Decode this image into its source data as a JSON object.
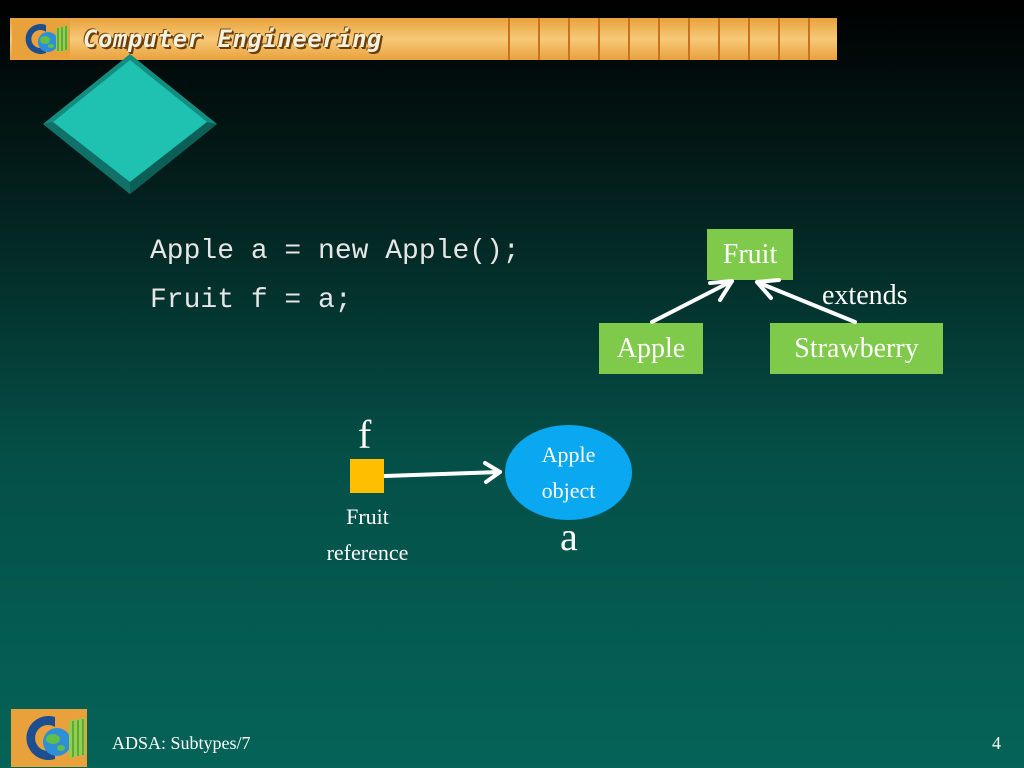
{
  "header": {
    "title": "Computer Engineering"
  },
  "code": {
    "line1": "Apple a = new Apple();",
    "line2": "Fruit f = a;"
  },
  "hierarchy": {
    "parent": "Fruit",
    "children": [
      "Apple",
      "Strawberry"
    ],
    "relation": "extends",
    "box_color": "#7fca4a"
  },
  "reference_diagram": {
    "var_f": "f",
    "ref_caption_line1": "Fruit",
    "ref_caption_line2": "reference",
    "object_line1": "Apple",
    "object_line2": "object",
    "var_a": "a",
    "ref_color": "#ffbf00",
    "object_color": "#0aa8f0"
  },
  "footer": {
    "text": "ADSA: Subtypes/7",
    "page_number": "4"
  },
  "icons": [
    "logo-icon",
    "diamond-icon",
    "arrow-icon"
  ]
}
